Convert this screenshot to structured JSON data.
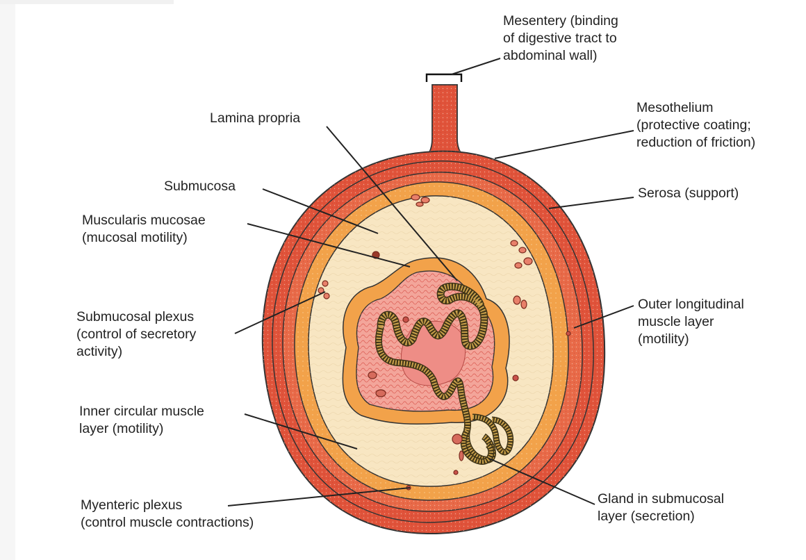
{
  "diagram": {
    "labels": {
      "mesentery": "Mesentery (binding\nof digestive tract to\nabdominal wall)",
      "mesothelium": "Mesothelium\n(protective coating;\nreduction of friction)",
      "lamina_propria": "Lamina propria",
      "submucosa": "Submucosa",
      "serosa": "Serosa (support)",
      "muscularis_mucosae": "Muscularis mucosae\n(mucosal motility)",
      "outer_longitudinal": "Outer longitudinal\nmuscle layer\n(motility)",
      "submucosal_plexus": "Submucosal plexus\n(control of secretory\nactivity)",
      "inner_circular": "Inner circular muscle\nlayer (motility)",
      "myenteric_plexus": "Myenteric plexus\n(control muscle contractions)",
      "gland": "Gland in submucosal\nlayer (secretion)"
    },
    "colors": {
      "serosa_red": "#e0533a",
      "muscle_orange": "#f2a24a",
      "submucosa_cream": "#f8e6c2",
      "mucosa_pink": "#f3a59a",
      "outline": "#333333"
    }
  }
}
